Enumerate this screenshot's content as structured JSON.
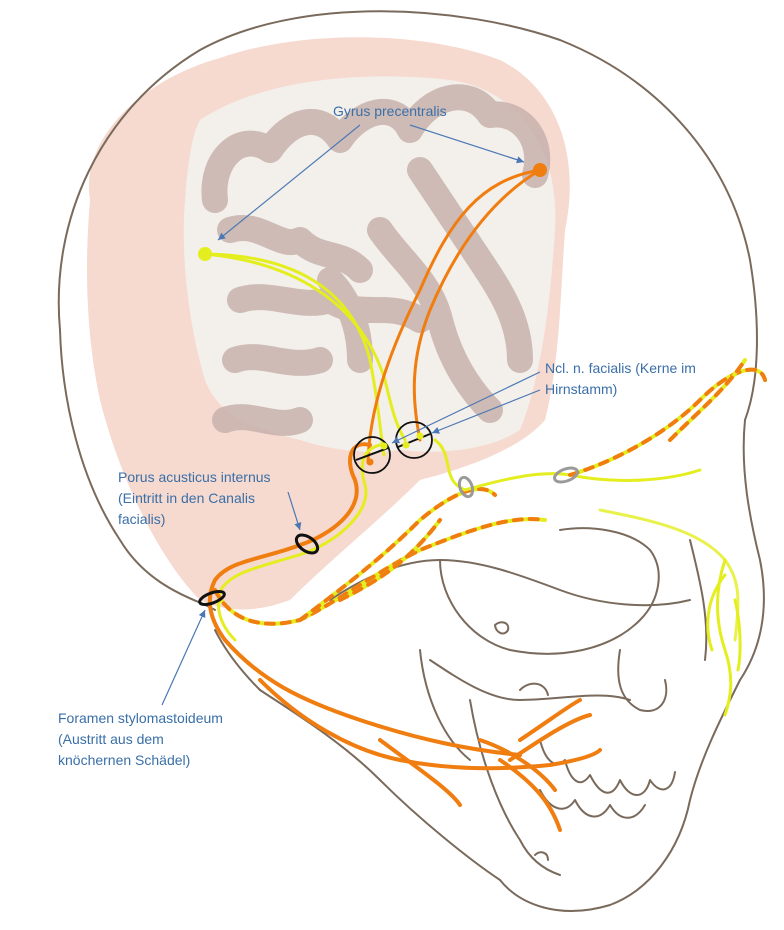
{
  "labels": {
    "gyrus": {
      "lines": [
        "Gyrus precentralis"
      ]
    },
    "ncl": {
      "lines": [
        "Ncl. n. facialis (Kerne im",
        "Hirnstamm)"
      ]
    },
    "porus": {
      "lines": [
        "Porus acusticus internus",
        "(Eintritt in den Canalis",
        "facialis)"
      ]
    },
    "foramen": {
      "lines": [
        "Foramen stylomastoideum",
        "(Austritt aus dem",
        "knöchernen Schädel)"
      ]
    }
  },
  "colors": {
    "label_text": "#3a6fa8",
    "arrow": "#4a78b5",
    "skull_outline": "#7a6a5c",
    "brain_bg": "#f6d9cf",
    "brain_gyri": "#c8b2ad",
    "brain_light": "#f3efea",
    "nerve_orange": "#f07d10",
    "nerve_yellow": "#e4ee1e",
    "ring_black": "#111111",
    "ring_gray": "#9a9a9a"
  }
}
